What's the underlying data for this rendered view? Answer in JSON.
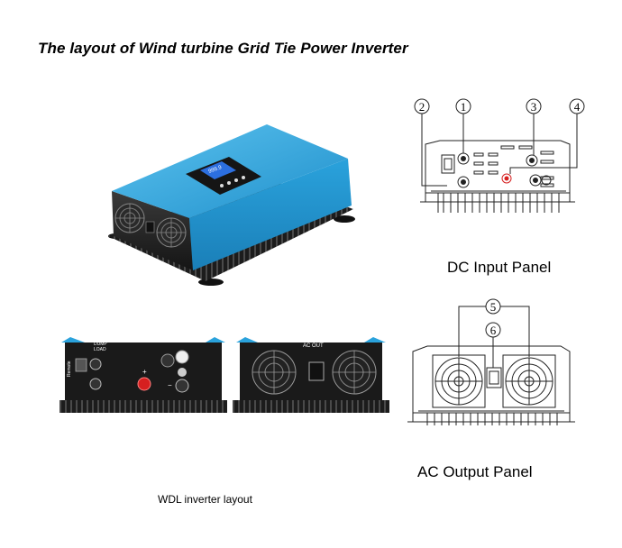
{
  "title": "The layout of Wind turbine Grid Tie Power Inverter",
  "dc_panel": {
    "label": "DC Input Panel",
    "callouts": [
      "②",
      "①",
      "③",
      "④"
    ]
  },
  "ac_panel": {
    "label": "AC Output Panel",
    "callouts": [
      "⑤",
      "⑥"
    ]
  },
  "photo_caption": "WDL inverter layout",
  "photo_labels": {
    "dump_load": [
      "DUMP",
      "LOAD"
    ],
    "remote": "Remote",
    "ac_out": "AC OUT",
    "plus": "+",
    "minus": "−",
    "display_reading": "999.9"
  },
  "colors": {
    "body_blue": "#2aa2dc",
    "heatsink": "#2a2a2a",
    "line": "#222222",
    "terminal_red": "#d62020"
  }
}
